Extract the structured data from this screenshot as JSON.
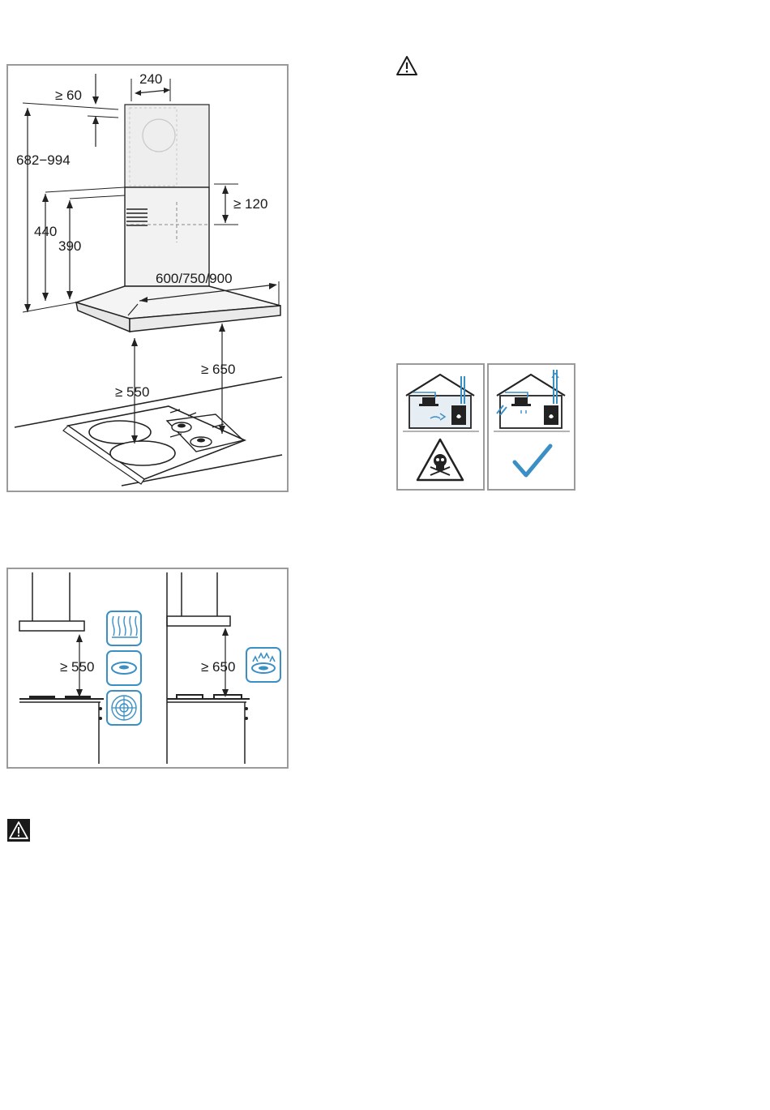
{
  "hood_dimensions": {
    "width_label": "240",
    "top_clearance_label": "≥ 60",
    "height_range_label": "682−994",
    "upper_gap_label": "≥ 120",
    "height_440_label": "440",
    "height_390_label": "390",
    "hood_widths_label": "600/750/900",
    "gas_clearance_label": "≥ 650",
    "electric_clearance_label": "≥ 550"
  },
  "cooktop_types": {
    "electric_clearance_label": "≥ 550",
    "gas_clearance_label": "≥ 650",
    "electric_icons": [
      "radiant-heater-icon",
      "hotplate-icon",
      "induction-coil-icon"
    ],
    "gas_icons": [
      "gas-burner-icon"
    ]
  },
  "ventilation": {
    "unsafe_icon": "skull-warning-icon",
    "safe_icon": "checkmark-icon"
  },
  "warnings": {
    "top_warning_icon": "warning-triangle-icon",
    "bottom_warning_icon": "warning-triangle-icon"
  },
  "colors": {
    "accent_blue": "#3a8fc4",
    "frame_gray": "#9a9a9a"
  }
}
